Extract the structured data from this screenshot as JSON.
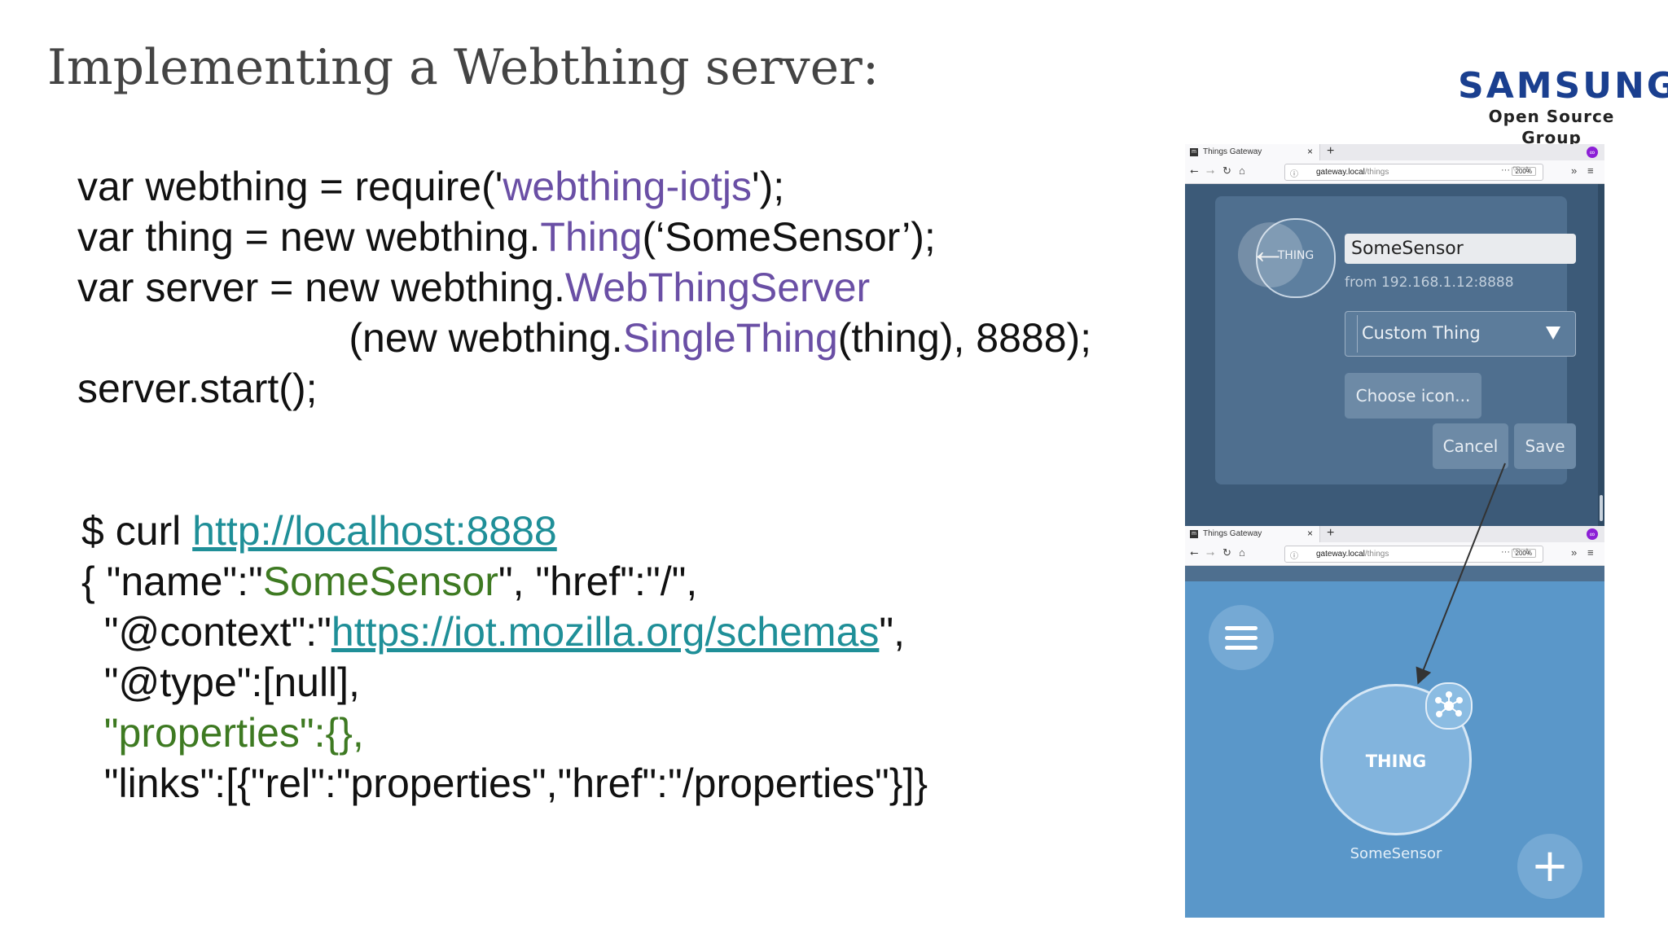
{
  "slide": {
    "title": "Implementing a Webthing server:"
  },
  "logo": {
    "wordmark": "SAMSUNG",
    "subtitle": "Open Source Group"
  },
  "code1": {
    "l1a": "var webthing = require('",
    "l1b": "webthing-iotjs",
    "l1c": "');",
    "l2a": "var thing = new webthing.",
    "l2b": "Thing",
    "l2c": "(‘SomeSensor’);",
    "l3a": "var server = new webthing.",
    "l3b": "WebThingServer",
    "l4a": "                        (new webthing.",
    "l4b": "SingleThing",
    "l4c": "(thing), 8888);",
    "l5": "server.start();"
  },
  "code2": {
    "l1a": "$ curl ",
    "l1b": "http://localhost:8888",
    "l2a": "{ \"name\":\"",
    "l2b": "SomeSensor",
    "l2c": "\", \"href\":\"/\",",
    "l3a": "  \"@context\":\"",
    "l3b": "https://iot.mozilla.org/schemas",
    "l3c": "\",",
    "l4": "  \"@type\":[null],",
    "l5": "  \"properties\":{},",
    "l6": "  \"links\":[{\"rel\":\"properties\",\"href\":\"/properties\"}]}"
  },
  "browser": {
    "tab_title": "Things Gateway",
    "tab_close": "×",
    "new_tab": "+",
    "url_host": "gateway.local",
    "url_path": "/things",
    "zoom": "200%",
    "overflow": "»",
    "menu": "≡",
    "page_actions": "··· ♡ ☆",
    "icons": {
      "back": "arrow-left-icon",
      "forward": "arrow-right-icon",
      "reload": "reload-icon",
      "home": "home-icon",
      "extension": "extension-icon"
    }
  },
  "dialog": {
    "thing_label": "THING",
    "name_value": "SomeSensor",
    "from_text": "from 192.168.1.12:8888",
    "type_value": "Custom Thing",
    "choose_icon": "Choose icon...",
    "cancel": "Cancel",
    "save": "Save"
  },
  "home": {
    "thing_label": "THING",
    "thing_name": "SomeSensor",
    "add": "+"
  },
  "colors": {
    "code_function": "#6a4fa5",
    "code_string": "#3e7a22",
    "code_link": "#1f8f98",
    "samsung_blue": "#1a3f8f",
    "gateway_dark": "#3c5a78",
    "gateway_light": "#5a97c9"
  }
}
